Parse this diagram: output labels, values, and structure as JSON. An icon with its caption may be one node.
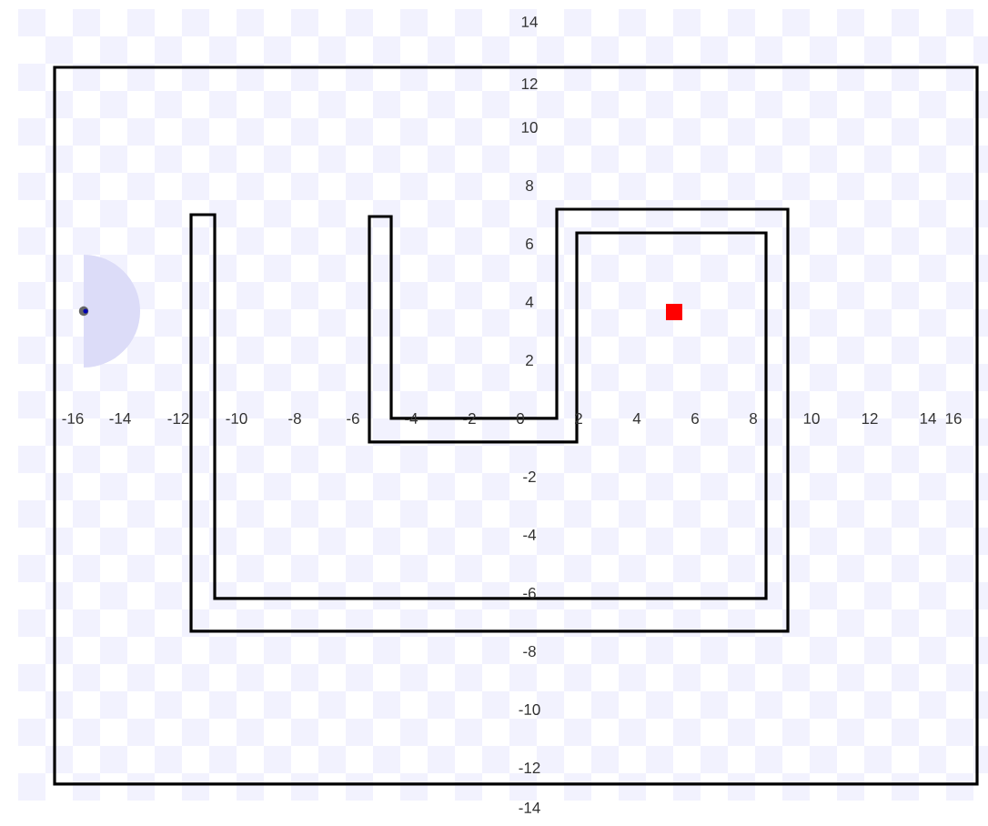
{
  "diagram": {
    "labels": [
      "14",
      "12",
      "10",
      "8",
      "6",
      "4",
      "2",
      "-16",
      "-14",
      "-12",
      "-10",
      "-8",
      "-6",
      "-4",
      "-2",
      "0",
      "2",
      "4",
      "6",
      "8",
      "10",
      "12",
      "14",
      "16",
      "-2",
      "-4",
      "-6",
      "-8",
      "-10",
      "-12",
      "-14"
    ]
  }
}
